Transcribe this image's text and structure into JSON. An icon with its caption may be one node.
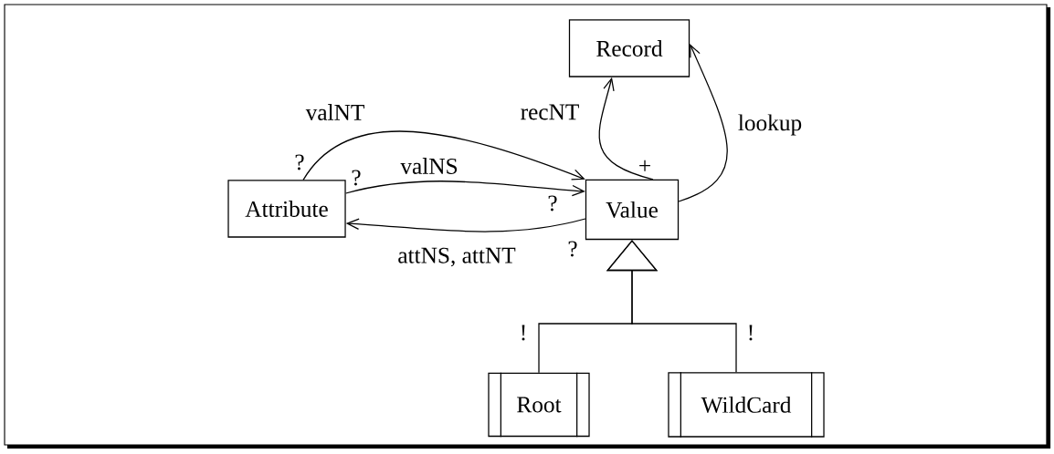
{
  "diagram": {
    "nodes": [
      {
        "text": [
          "Record"
        ]
      },
      {
        "text": [
          "Attribute"
        ]
      },
      {
        "text": [
          "Value"
        ]
      },
      {
        "text": [
          "Root"
        ]
      },
      {
        "text": [
          "WildCard"
        ]
      }
    ],
    "edges": [
      {
        "from": 1,
        "to": 2,
        "arrow": "to",
        "label": "valNT"
      },
      {
        "from": 1,
        "to": 2,
        "arrow": "to",
        "label": "valNS"
      },
      {
        "from": 2,
        "to": 1,
        "arrow": "to",
        "label": "attNS, attNT"
      },
      {
        "from": 2,
        "to": 0,
        "arrow": "to",
        "label": "recNT"
      },
      {
        "from": 2,
        "to": 0,
        "arrow": "to",
        "label": "lookup"
      },
      {
        "from": 3,
        "to": 2,
        "arrow": "to"
      },
      {
        "from": 4,
        "to": 2,
        "arrow": "to"
      }
    ],
    "labels": [
      "?",
      "?",
      "+",
      "?",
      "?",
      "!",
      "!"
    ]
  }
}
